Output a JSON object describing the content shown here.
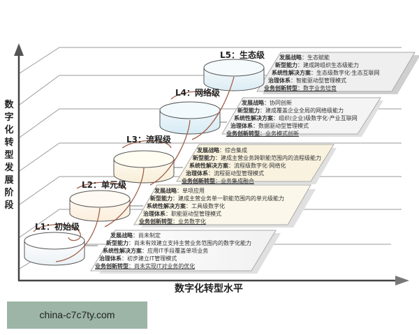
{
  "diagram": {
    "y_axis_label": "数字化转型发展阶段",
    "x_axis_label": "数字化转型水平",
    "levels": [
      {
        "code": "L1",
        "label": "L1：初始级",
        "items": [
          {
            "key": "发展战略",
            "value": "尚未制定"
          },
          {
            "key": "新型能力",
            "value": "尚未有效建立支持主营业务范围内的数字化能力"
          },
          {
            "key": "系统性解决方案",
            "value": "应用IT手段覆盖单项业务"
          },
          {
            "key": "治理体系",
            "value": "初步建立IT管理模式"
          },
          {
            "key": "业务创新转型",
            "value": "尚未实现IT对业务的优化"
          }
        ]
      },
      {
        "code": "L2",
        "label": "L2：单元级",
        "items": [
          {
            "key": "发展战略",
            "value": "单项应用"
          },
          {
            "key": "新型能力",
            "value": "建成主营业务单一职能范围内的单元级能力"
          },
          {
            "key": "系统性解决方案",
            "value": "工具级数字化"
          },
          {
            "key": "治理体系",
            "value": "职能驱动型管理模式"
          },
          {
            "key": "业务创新转型",
            "value": "业务数字化"
          }
        ]
      },
      {
        "code": "L3",
        "label": "L3：流程级",
        "items": [
          {
            "key": "发展战略",
            "value": "综合集成"
          },
          {
            "key": "新型能力",
            "value": "建成主营业务跨职能范围内的流程级能力"
          },
          {
            "key": "系统性解决方案",
            "value": "流程级数字化·网络化"
          },
          {
            "key": "治理体系",
            "value": "流程驱动型管理模式"
          },
          {
            "key": "业务创新转型",
            "value": "业务集成融合"
          }
        ]
      },
      {
        "code": "L4",
        "label": "L4：网络级",
        "items": [
          {
            "key": "发展战略",
            "value": "协同创新"
          },
          {
            "key": "新型能力",
            "value": "建成覆盖企业全局的网络级能力"
          },
          {
            "key": "系统性解决方案",
            "value": "组织(企业)级数字化·产业互联网"
          },
          {
            "key": "治理体系",
            "value": "数据驱动型管理模式"
          },
          {
            "key": "业务创新转型",
            "value": "业务模式创新"
          }
        ]
      },
      {
        "code": "L5",
        "label": "L5：生态级",
        "items": [
          {
            "key": "发展战略",
            "value": "生态赋能"
          },
          {
            "key": "新型能力",
            "value": "建成跨组织生态级能力"
          },
          {
            "key": "系统性解决方案",
            "value": "生态级数字化·生态互联网"
          },
          {
            "key": "治理体系",
            "value": "智能驱动型管理模式"
          },
          {
            "key": "业务创新转型",
            "value": "数字业务培育"
          }
        ]
      }
    ]
  },
  "watermark": "china-c7c7ty.com"
}
